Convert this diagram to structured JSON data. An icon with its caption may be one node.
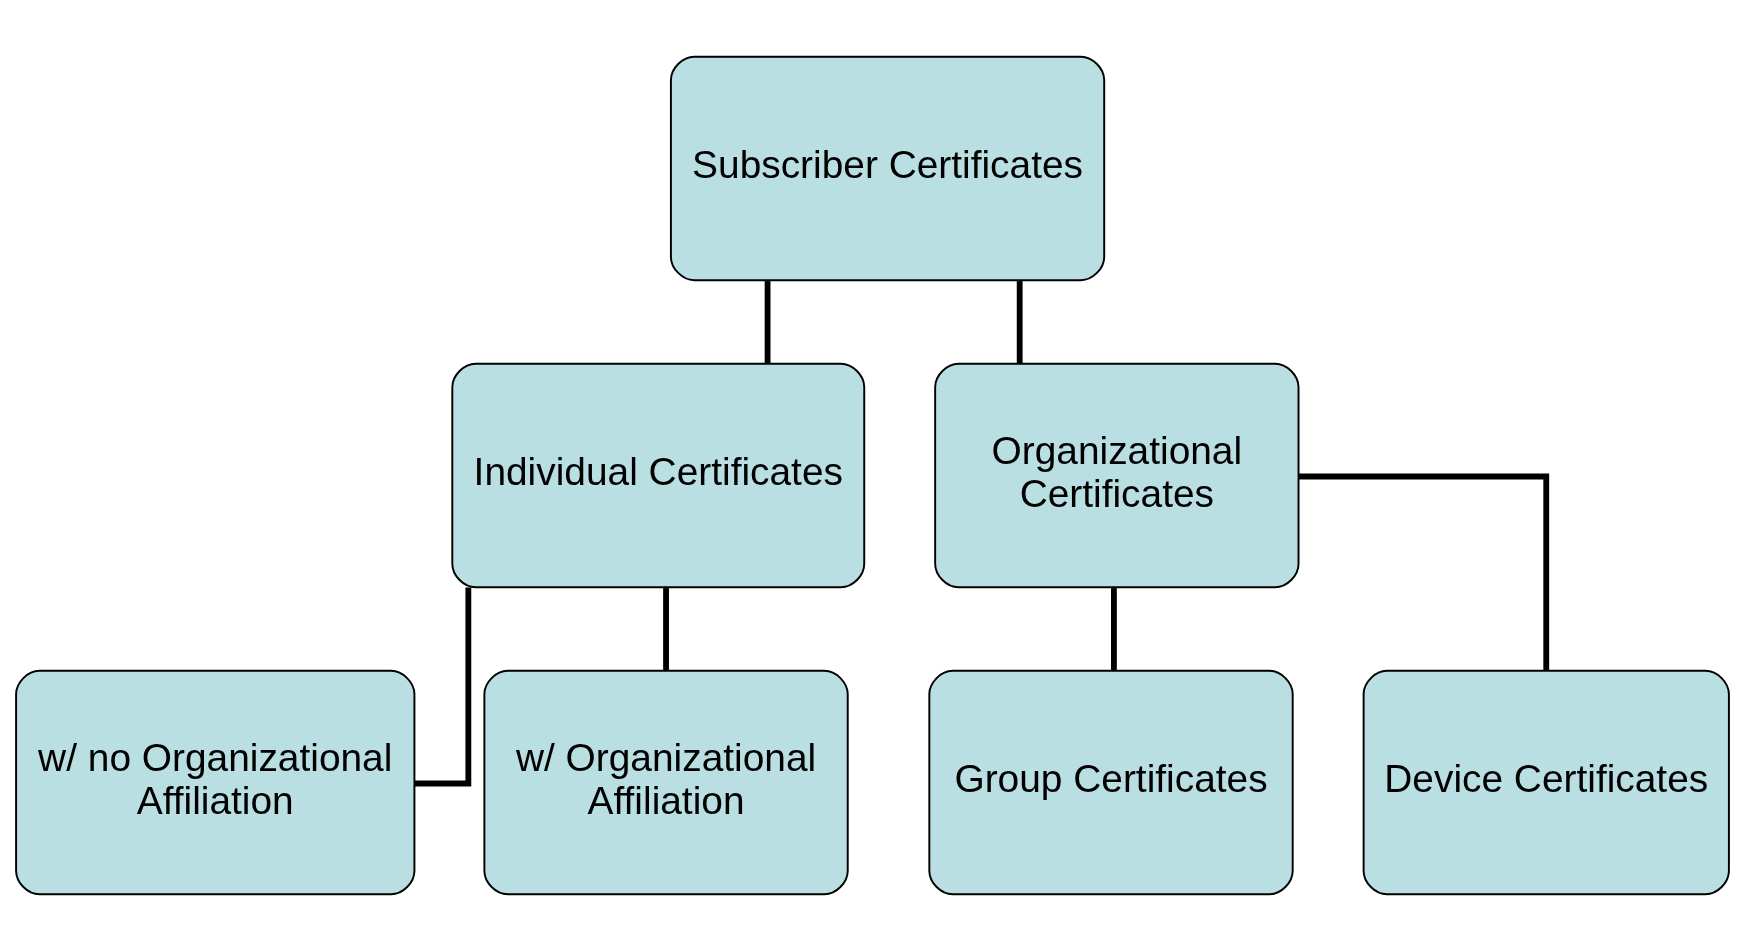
{
  "diagram": {
    "nodes": [
      {
        "text": [
          "Subscriber Certificates"
        ]
      },
      {
        "text": [
          "Individual Certificates"
        ]
      },
      {
        "text": [
          "Organizational Certificates"
        ]
      },
      {
        "text": [
          "w/ no Organizational Affiliation"
        ]
      },
      {
        "text": [
          "w/ Organizational Affiliation"
        ]
      },
      {
        "text": [
          "Group Certificates"
        ]
      },
      {
        "text": [
          "Device Certificates"
        ]
      }
    ],
    "edges": [
      {
        "from": 0,
        "to": 1,
        "arrow": "none"
      },
      {
        "from": 0,
        "to": 2,
        "arrow": "none"
      },
      {
        "from": 1,
        "to": 3,
        "arrow": "none"
      },
      {
        "from": 1,
        "to": 4,
        "arrow": "none"
      },
      {
        "from": 2,
        "to": 5,
        "arrow": "none"
      },
      {
        "from": 2,
        "to": 6,
        "arrow": "none"
      }
    ]
  }
}
